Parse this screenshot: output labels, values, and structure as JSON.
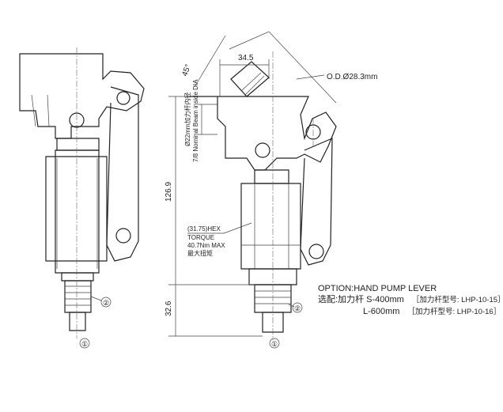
{
  "dimensions": {
    "width_top": "34.5",
    "angle": "45°",
    "outer_diameter": "O.D.Ø28.3mm",
    "beam_cn": "Ø22mm加力杆内径",
    "beam_en": "7/8 Nominal Beam inside DIA",
    "height_total": "126.9",
    "height_bottom": "32.6"
  },
  "hex_note": {
    "hex": "(31.75)HEX",
    "torque": "TORQUE",
    "torque_value": "40.7Nm MAX",
    "torque_cn": "最大扭矩"
  },
  "ports": {
    "port1": "①",
    "port2": "②"
  },
  "option": {
    "title": "OPTION:HAND PUMP LEVER",
    "prefix": "选配:加力杆",
    "rows": [
      {
        "size": "S-400mm",
        "code": "［加力杆型号: LHP-10-15］"
      },
      {
        "size": "L-600mm",
        "code": "［加力杆型号: LHP-10-16］"
      }
    ]
  }
}
